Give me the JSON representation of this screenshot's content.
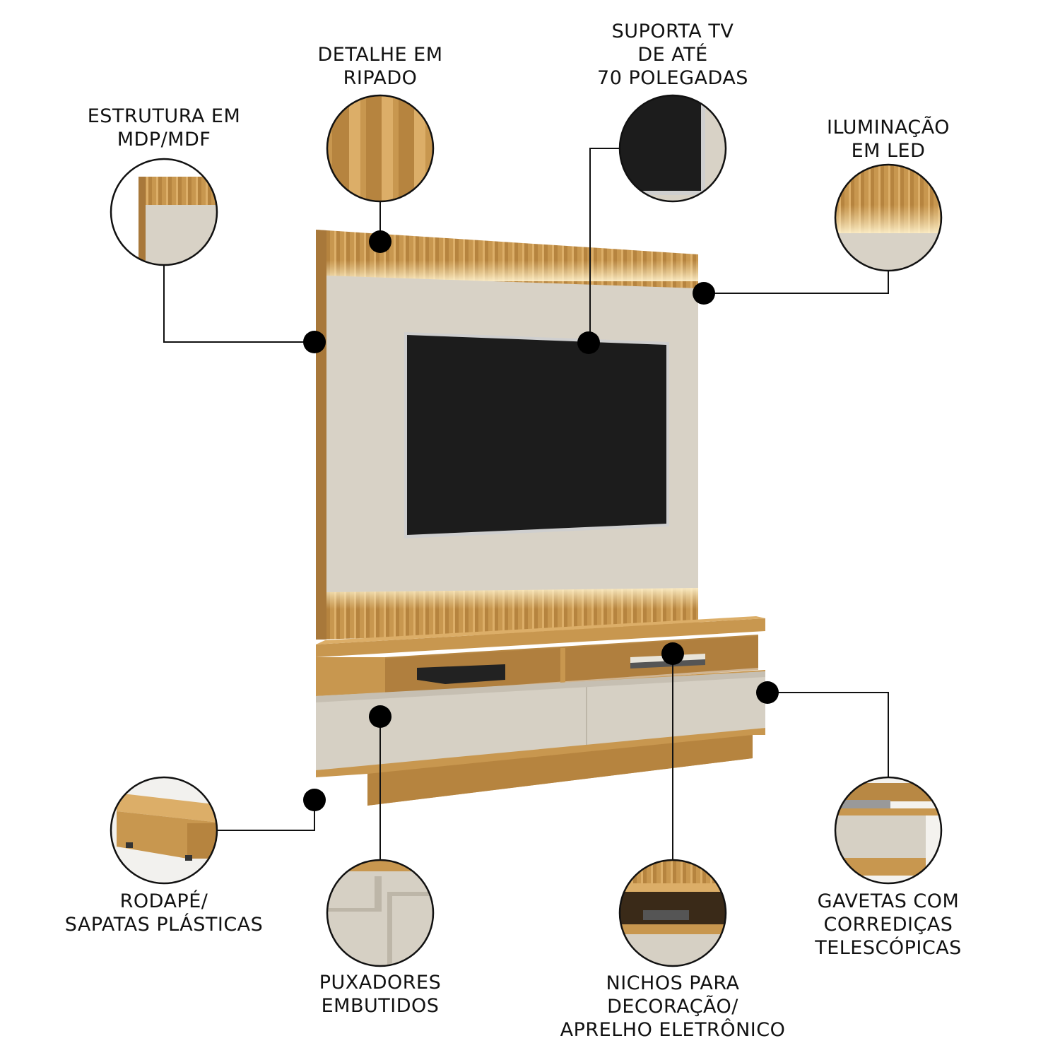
{
  "colors": {
    "wood": "#c8974f",
    "wood_dark": "#a8783a",
    "panel": "#d8d2c6",
    "drawer": "#d6d0c4",
    "screen": "#1c1c1c",
    "led": "#f6e4b4",
    "line": "#111111"
  },
  "callouts": {
    "estrutura": {
      "lines": [
        "ESTRUTURA EM",
        "MDP/MDF"
      ]
    },
    "ripado": {
      "lines": [
        "DETALHE EM",
        "RIPADO"
      ]
    },
    "suporta": {
      "lines": [
        "SUPORTA TV",
        "DE ATÉ",
        "70 POLEGADAS"
      ]
    },
    "led": {
      "lines": [
        "ILUMINAÇÃO",
        "EM LED"
      ]
    },
    "rodape": {
      "lines": [
        "RODAPÉ/",
        "SAPATAS PLÁSTICAS"
      ]
    },
    "puxadores": {
      "lines": [
        "PUXADORES",
        "EMBUTIDOS"
      ]
    },
    "nichos": {
      "lines": [
        "NICHOS PARA",
        "DECORAÇÃO/",
        "APRELHO ELETRÔNICO"
      ]
    },
    "gavetas": {
      "lines": [
        "GAVETAS COM",
        "CORREDIÇAS",
        "TELESCÓPICAS"
      ]
    }
  }
}
